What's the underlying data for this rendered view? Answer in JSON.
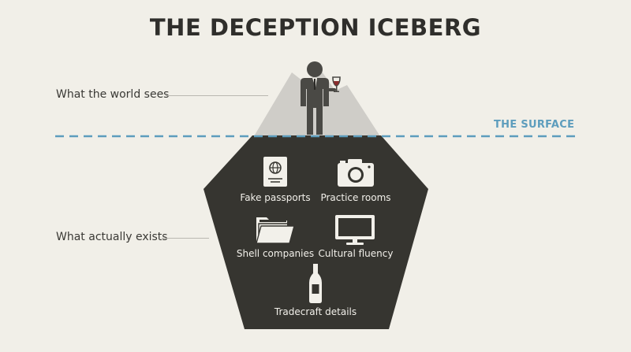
{
  "title": "THE DECEPTION ICEBERG",
  "surface_label": "THE SURFACE",
  "above": {
    "label": "What the world sees",
    "figure_icon": "person-with-wine-glass-icon"
  },
  "below": {
    "label": "What actually exists",
    "items": [
      {
        "label": "Fake passports",
        "icon": "passport-icon"
      },
      {
        "label": "Practice rooms",
        "icon": "camera-icon"
      },
      {
        "label": "Shell companies",
        "icon": "folder-icon"
      },
      {
        "label": "Cultural fluency",
        "icon": "monitor-icon"
      },
      {
        "label": "Tradecraft details",
        "icon": "wine-bottle-icon"
      }
    ]
  },
  "colors": {
    "background": "#f1efe8",
    "underwater": "#363530",
    "tip": "#cfcdc8",
    "surface_line": "#5d9dbd",
    "icon": "#f2f0ea"
  }
}
